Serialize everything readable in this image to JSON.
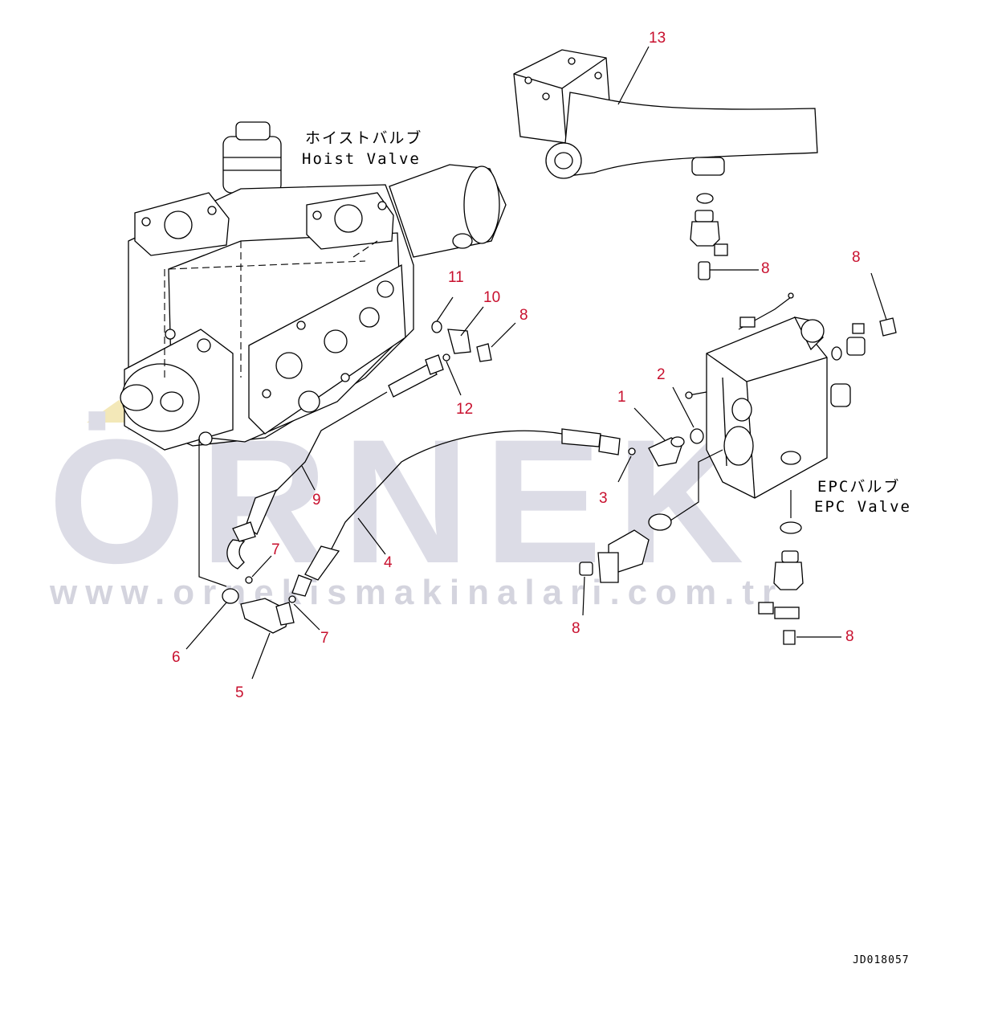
{
  "watermark": {
    "brand": "ÖRNEK",
    "url": "www.ornekismakinalari.com.tr"
  },
  "labels": {
    "hoist_valve_jp": "ホイストバルブ",
    "hoist_valve_en": "Hoist Valve",
    "epc_valve_jp": "EPCバルブ",
    "epc_valve_en": "EPC Valve"
  },
  "drawing_code": "JD018057",
  "callouts": [
    "13",
    "8",
    "8",
    "11",
    "10",
    "8",
    "12",
    "2",
    "1",
    "3",
    "9",
    "4",
    "7",
    "7",
    "6",
    "5",
    "8",
    "8"
  ]
}
